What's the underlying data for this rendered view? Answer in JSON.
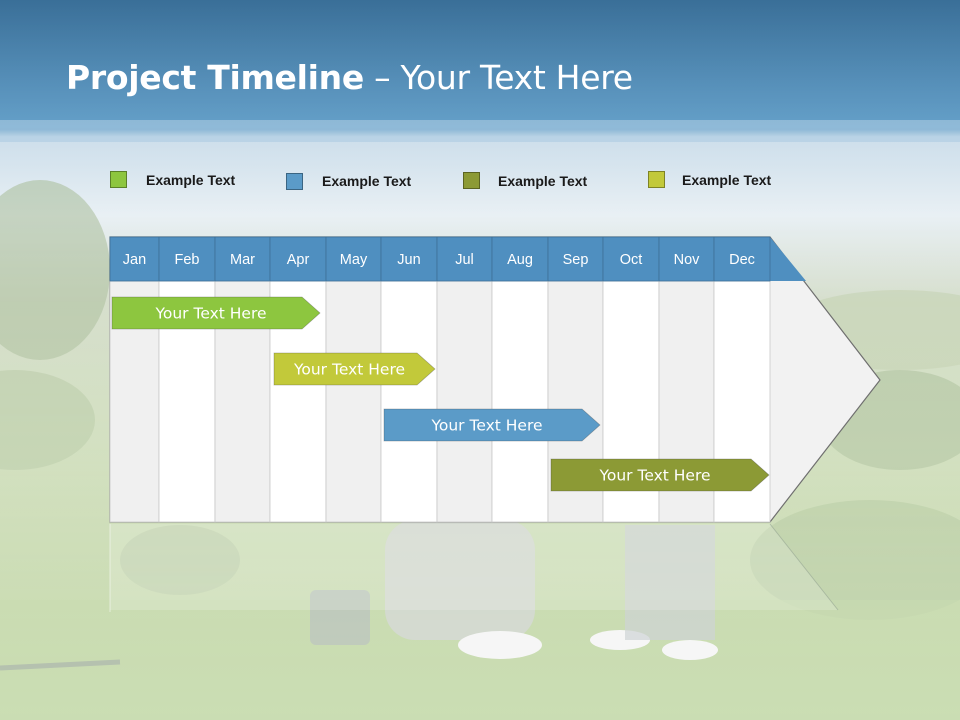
{
  "title": {
    "bold": "Project Timeline",
    "rest": " – Your Text Here"
  },
  "colors": {
    "green": "#8dc63f",
    "blue": "#5b9bc8",
    "olive": "#8c9a35",
    "yellow_green": "#c2c93a",
    "header_blue": "#4f8fc0"
  },
  "legend": [
    {
      "label": "Example Text",
      "color": "#8dc63f"
    },
    {
      "label": "Example Text",
      "color": "#5b9bc8"
    },
    {
      "label": "Example Text",
      "color": "#8c9a35"
    },
    {
      "label": "Example Text",
      "color": "#c2c93a"
    }
  ],
  "months": [
    "Jan",
    "Feb",
    "Mar",
    "Apr",
    "May",
    "Jun",
    "Jul",
    "Aug",
    "Sep",
    "Oct",
    "Nov",
    "Dec"
  ],
  "tasks": [
    {
      "label": "Your  Text Here",
      "color": "#8dc63f"
    },
    {
      "label": "Your  Text Here",
      "color": "#c2c93a"
    },
    {
      "label": "Your  Text Here",
      "color": "#5b9bc8"
    },
    {
      "label": "Your  Text Here",
      "color": "#8c9a35"
    }
  ]
}
